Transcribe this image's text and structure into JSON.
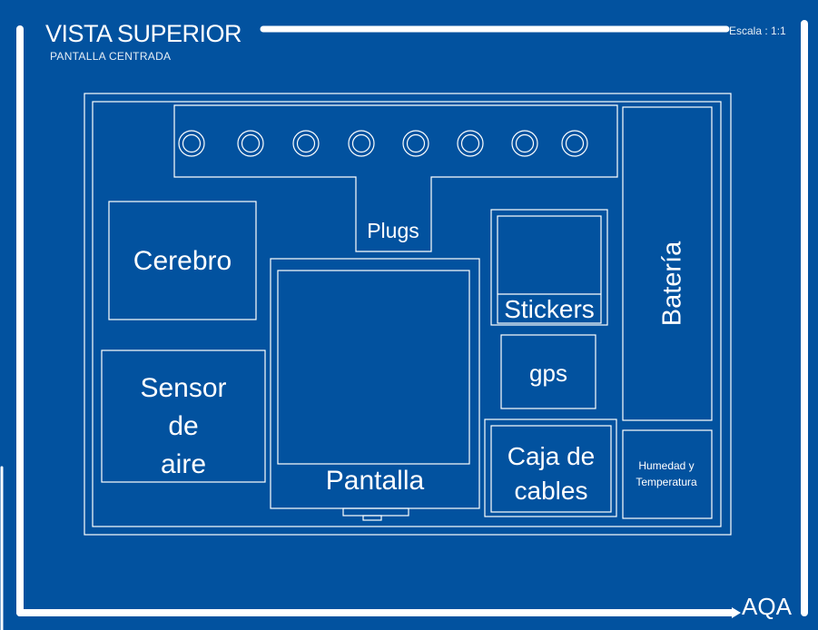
{
  "header": {
    "title": "VISTA SUPERIOR",
    "subtitle": "PANTALLA CENTRADA",
    "scale": "Escala : 1:1"
  },
  "brand": "AQA",
  "colors": {
    "background": "#02529f",
    "lines": "#ffffff"
  },
  "components": {
    "plugs": "Plugs",
    "plug_count": 8,
    "cerebro": "Cerebro",
    "sensor": [
      "Sensor",
      "de",
      "aire"
    ],
    "pantalla": "Pantalla",
    "stickers": "Stickers",
    "gps": "gps",
    "caja": [
      "Caja de",
      "cables"
    ],
    "humedad": [
      "Humedad y",
      "Temperatura"
    ],
    "bateria": "Batería"
  }
}
